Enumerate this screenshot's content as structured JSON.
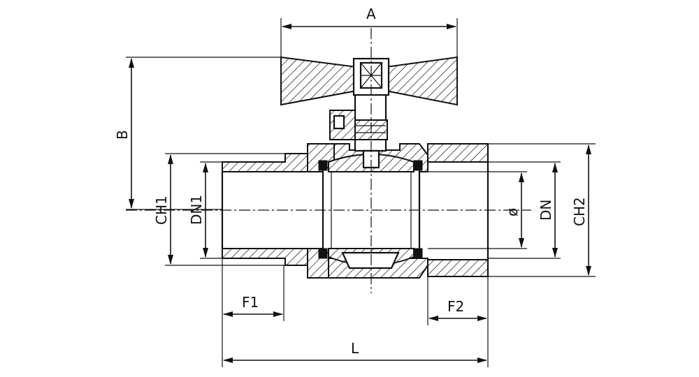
{
  "labels": {
    "A": "A",
    "B": "B",
    "CH1": "CH1",
    "DN1": "DN1",
    "phi": "ø",
    "DN": "DN",
    "CH2": "CH2",
    "F1": "F1",
    "F2": "F2",
    "L": "L"
  }
}
